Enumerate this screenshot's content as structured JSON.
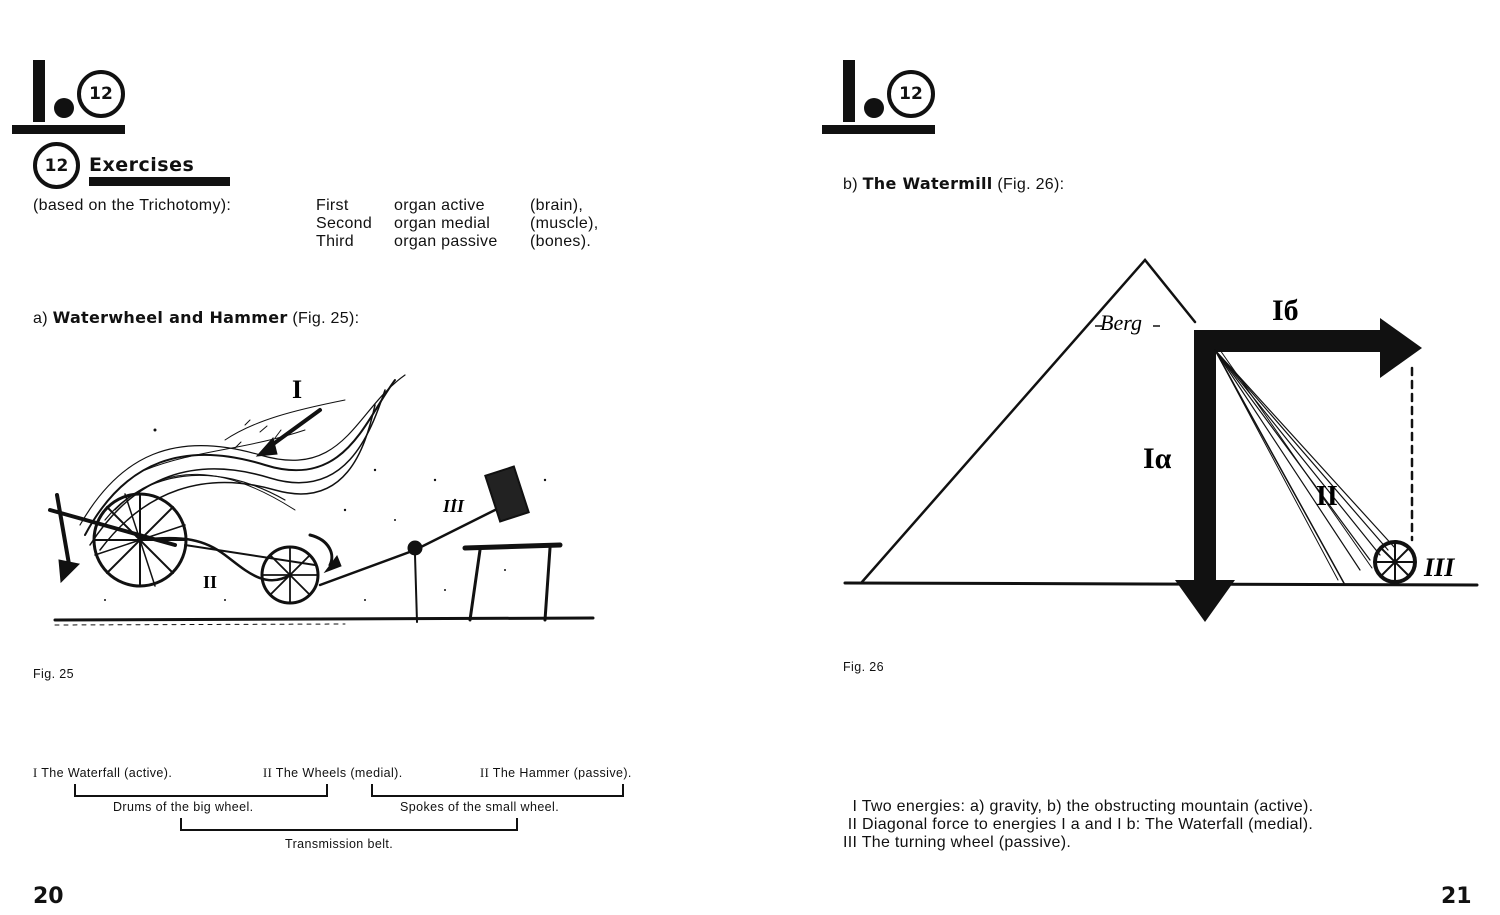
{
  "left_page": {
    "logo": {
      "number": "12"
    },
    "section": {
      "number": "12",
      "title": "Exercises"
    },
    "trichotomy": {
      "intro": "(based on the Trichotomy):",
      "rows": [
        {
          "ordinal": "First",
          "organ": "organ active",
          "part": "(brain),"
        },
        {
          "ordinal": "Second",
          "organ": "organ medial",
          "part": "(muscle),"
        },
        {
          "ordinal": "Third",
          "organ": "organ passive",
          "part": "(bones)."
        }
      ]
    },
    "subsection": {
      "prefix": "a)",
      "title": "Waterwheel and Hammer",
      "ref": "(Fig. 25):"
    },
    "figure": {
      "caption": "Fig. 25",
      "labels": {
        "one": "I",
        "two": "II",
        "three": "III"
      }
    },
    "legend": {
      "item1": {
        "numeral": "I",
        "text": "The Waterfall (active)."
      },
      "item2": {
        "numeral": "II",
        "text": "The Wheels (medial)."
      },
      "item3": {
        "numeral": "II",
        "text": "The Hammer (passive)."
      },
      "bracket1": "Drums of the big wheel.",
      "bracket2": "Spokes of the small wheel.",
      "bracket3": "Transmission belt."
    },
    "page_number": "20"
  },
  "right_page": {
    "logo": {
      "number": "12"
    },
    "subsection": {
      "prefix": "b)",
      "title": "The Watermill",
      "ref": "(Fig. 26):"
    },
    "figure": {
      "caption": "Fig. 26",
      "labels": {
        "berg": "Berg",
        "ia": "Iα",
        "ib": "Iб",
        "ii": "II",
        "iii": "III"
      }
    },
    "legend": [
      "  I Two energies: a) gravity, b) the obstructing mountain (active).",
      " II Diagonal force to energies I a and I b: The Waterfall (medial).",
      "III The turning wheel (passive)."
    ],
    "page_number": "21"
  },
  "colors": {
    "ink": "#111111",
    "paper": "#ffffff"
  }
}
